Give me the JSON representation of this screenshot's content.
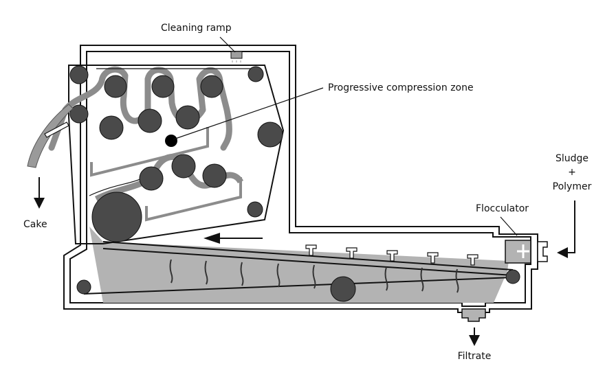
{
  "labels": {
    "cleaning_ramp": "Cleaning ramp",
    "compression_zone": "Progressive compression zone",
    "sludge": "Sludge",
    "plus": "+",
    "polymer": "Polymer",
    "flocculator": "Flocculator",
    "cake": "Cake",
    "filtrate": "Filtrate"
  },
  "colors": {
    "outline": "#111111",
    "roller": "#4a4a4a",
    "belt": "#8c8c8c",
    "sludge_fill": "#b3b3b3",
    "background": "#ffffff"
  }
}
